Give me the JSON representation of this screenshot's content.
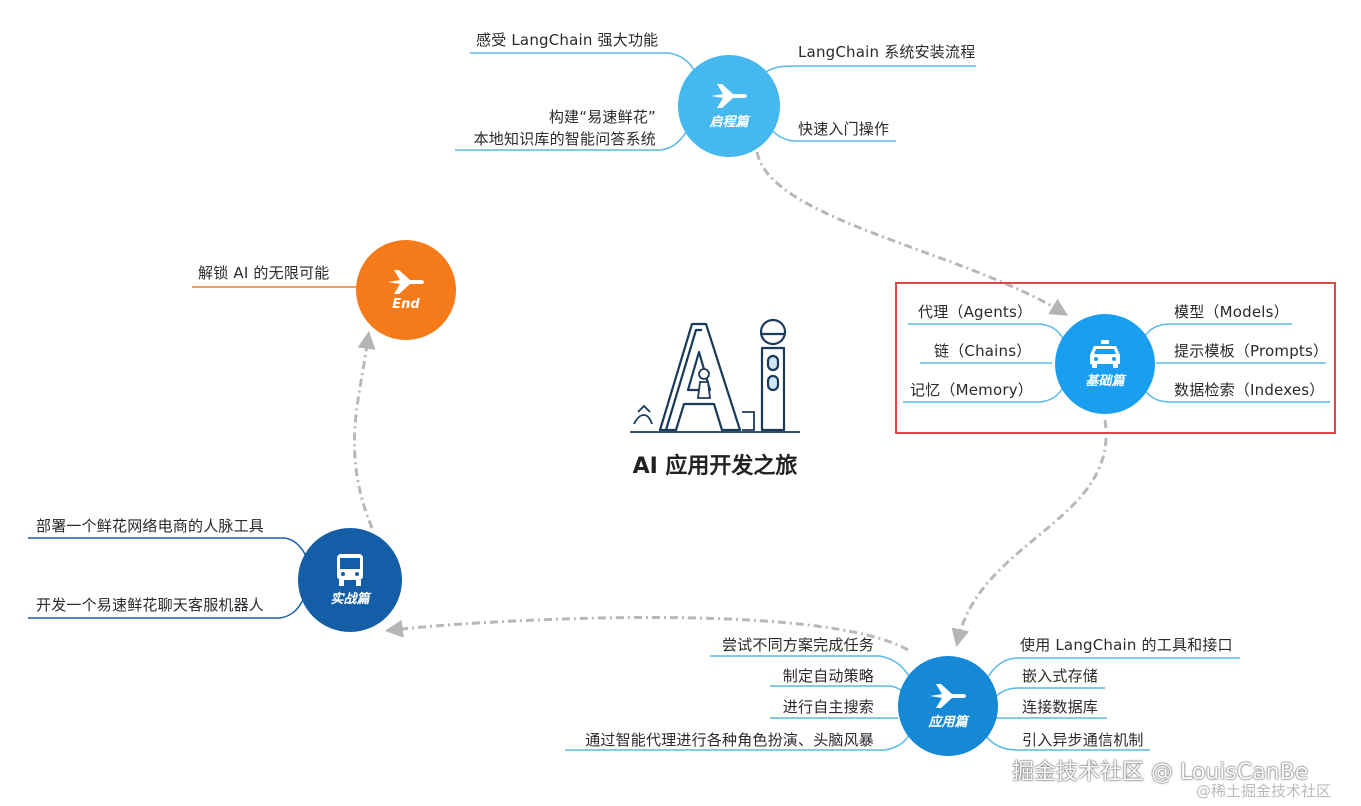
{
  "center": {
    "title": "AI 应用开发之旅",
    "logo_text": "Ai"
  },
  "nodes": {
    "qicheng": {
      "title": "启程篇",
      "icon": "airplane-icon",
      "color": "#45b8ef",
      "left_items": [
        "感受 LangChain 强大功能",
        "构建“易速鲜花”",
        "本地知识库的智能问答系统"
      ],
      "right_items": [
        "LangChain 系统安装流程",
        "快速入门操作"
      ]
    },
    "jichu": {
      "title": "基础篇",
      "icon": "car-icon",
      "color": "#1a9ff0",
      "left_items": [
        "代理（Agents）",
        "链（Chains）",
        "记忆（Memory）"
      ],
      "right_items": [
        "模型（Models）",
        "提示模板（Prompts）",
        "数据检索（Indexes）"
      ]
    },
    "yingyong": {
      "title": "应用篇",
      "icon": "airplane-icon",
      "color": "#1588d6",
      "left_items": [
        "尝试不同方案完成任务",
        "制定自动策略",
        "进行自主搜索",
        "通过智能代理进行各种角色扮演、头脑风暴"
      ],
      "right_items": [
        "使用 LangChain 的工具和接口",
        "嵌入式存储",
        "连接数据库",
        "引入异步通信机制"
      ]
    },
    "shizhan": {
      "title": "实战篇",
      "icon": "bus-icon",
      "color": "#135ea6",
      "left_items": [
        "部署一个鲜花网络电商的人脉工具",
        "开发一个易速鲜花聊天客服机器人"
      ]
    },
    "end": {
      "title": "End",
      "icon": "airplane-icon",
      "color": "#f57b1a",
      "left_items": [
        "解锁 AI 的无限可能"
      ]
    }
  },
  "watermark": {
    "main": "掘金技术社区 @ LouisCanBe",
    "sub": "@稀土掘金技术社区"
  }
}
